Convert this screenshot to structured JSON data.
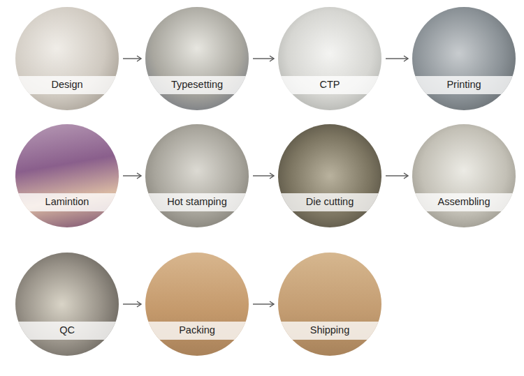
{
  "diagram": {
    "nodes": [
      {
        "text": [
          "Design"
        ]
      },
      {
        "text": [
          "Typesetting"
        ]
      },
      {
        "text": [
          "CTP"
        ]
      },
      {
        "text": [
          "Printing"
        ]
      },
      {
        "text": [
          "Lamintion"
        ]
      },
      {
        "text": [
          "Hot stamping"
        ]
      },
      {
        "text": [
          "Die cutting"
        ]
      },
      {
        "text": [
          "Assembling"
        ]
      },
      {
        "text": [
          "QC"
        ]
      },
      {
        "text": [
          "Packing"
        ]
      },
      {
        "text": [
          "Shipping"
        ]
      }
    ],
    "edges": [
      {
        "from": 0,
        "to": 1,
        "arrow": "to"
      },
      {
        "from": 1,
        "to": 2,
        "arrow": "to"
      },
      {
        "from": 2,
        "to": 3,
        "arrow": "to"
      },
      {
        "from": 4,
        "to": 5,
        "arrow": "to"
      },
      {
        "from": 5,
        "to": 6,
        "arrow": "to"
      },
      {
        "from": 6,
        "to": 7,
        "arrow": "to"
      },
      {
        "from": 8,
        "to": 9,
        "arrow": "to"
      },
      {
        "from": 9,
        "to": 10,
        "arrow": "to"
      }
    ]
  }
}
